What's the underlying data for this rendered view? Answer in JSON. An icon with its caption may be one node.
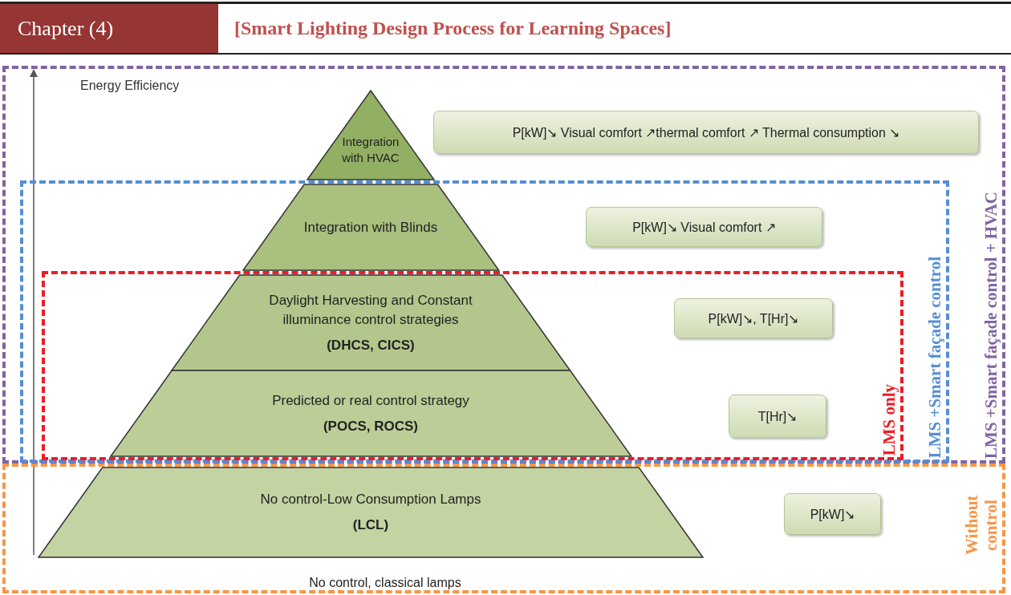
{
  "diagram": {
    "title": "[Smart Lighting Design Process for Learning Spaces]",
    "nodes": [
      {
        "text": [
          "LMS +Smart façade control + HVAC"
        ]
      },
      {
        "text": [
          "Integration with HVAC"
        ],
        "in": 0
      },
      {
        "text": [
          "P[kW]↘ Visual comfort ↗thermal comfort ↗ Thermal consumption ↘"
        ],
        "in": 0
      },
      {
        "text": [
          "LMS +Smart façade control"
        ],
        "in": 0
      },
      {
        "text": [
          "Integration with Blinds"
        ],
        "in": 3
      },
      {
        "text": [
          "P[kW]↘ Visual comfort ↗"
        ],
        "in": 3
      },
      {
        "text": [
          "LMS only"
        ],
        "in": 3
      },
      {
        "text": [
          "Daylight Harvesting and Constant illuminance control strategies",
          "(DHCS, CICS)"
        ],
        "in": 6
      },
      {
        "text": [
          "P[kW]↘, T[Hr]↘"
        ],
        "in": 6
      },
      {
        "text": [
          "Predicted or real control strategy",
          "(POCS, ROCS)"
        ],
        "in": 6
      },
      {
        "text": [
          "T[Hr]↘"
        ],
        "in": 6
      },
      {
        "text": [
          "Without control"
        ]
      },
      {
        "text": [
          "No control-Low Consumption Lamps",
          "(LCL)"
        ],
        "in": 11
      },
      {
        "text": [
          "P[kW]↘"
        ],
        "in": 11
      }
    ],
    "labels": [
      "Chapter (4)",
      "Energy Efficiency",
      "No control, classical lamps"
    ]
  }
}
